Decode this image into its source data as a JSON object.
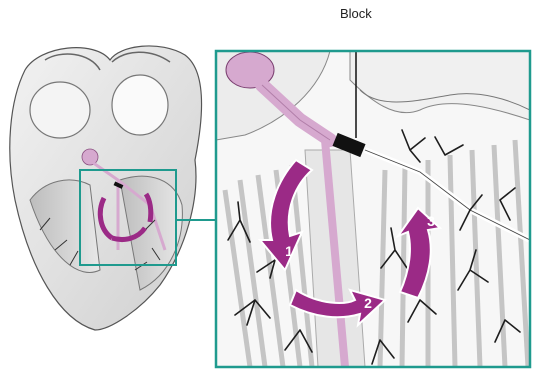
{
  "labels": {
    "block": "Block",
    "step1": "1",
    "step2": "2",
    "step3": "3"
  },
  "colors": {
    "teal_frame": "#1f9a8e",
    "arrow_magenta": "#9b2a86",
    "conduction_pink": "#d6a9cf",
    "block_black": "#111111"
  }
}
